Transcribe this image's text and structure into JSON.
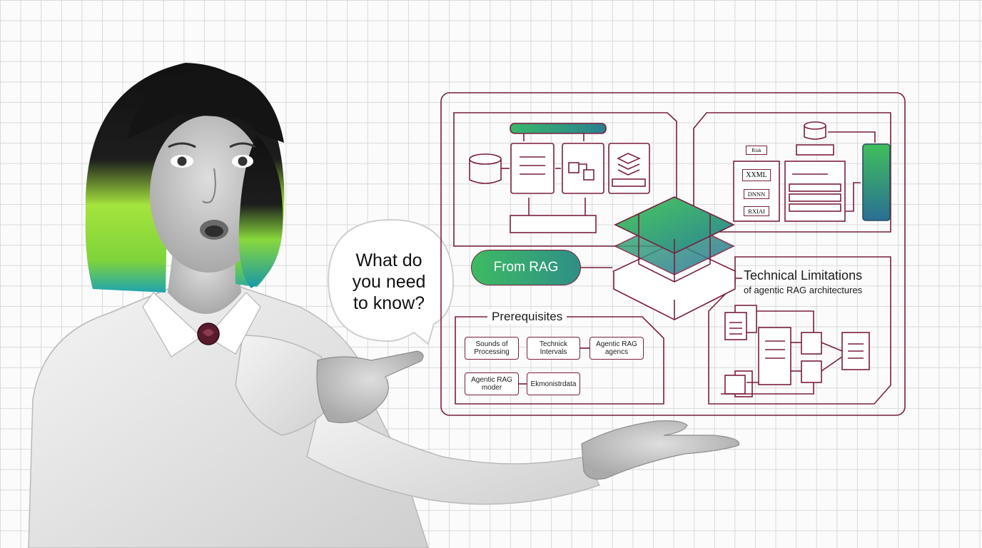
{
  "speech_bubble": {
    "line1": "What do",
    "line2": "you need",
    "line3": "to know?"
  },
  "pill_label": "From RAG",
  "technical": {
    "title": "Technical Limitations",
    "subtitle": "of agentic RAG architectures"
  },
  "prerequisites": {
    "title": "Prerequisites",
    "items": [
      {
        "line1": "Sounds of",
        "line2": "Processing"
      },
      {
        "line1": "Technick",
        "line2": "Intervals"
      },
      {
        "line1": "Agentic RAG",
        "line2": "agencs"
      },
      {
        "line1": "Agentic RAG",
        "line2": "moder"
      },
      {
        "line1": "Ekmonistrdata",
        "line2": ""
      }
    ]
  },
  "stack_labels": [
    "Risk",
    "XXML",
    "DNNN",
    "RXIAI"
  ],
  "colors": {
    "accent_line": "#7a1f3d",
    "green": "#3dbb63",
    "teal": "#2a7f8f",
    "hair_green": "#9be33a",
    "hair_teal": "#1aa6b5"
  }
}
